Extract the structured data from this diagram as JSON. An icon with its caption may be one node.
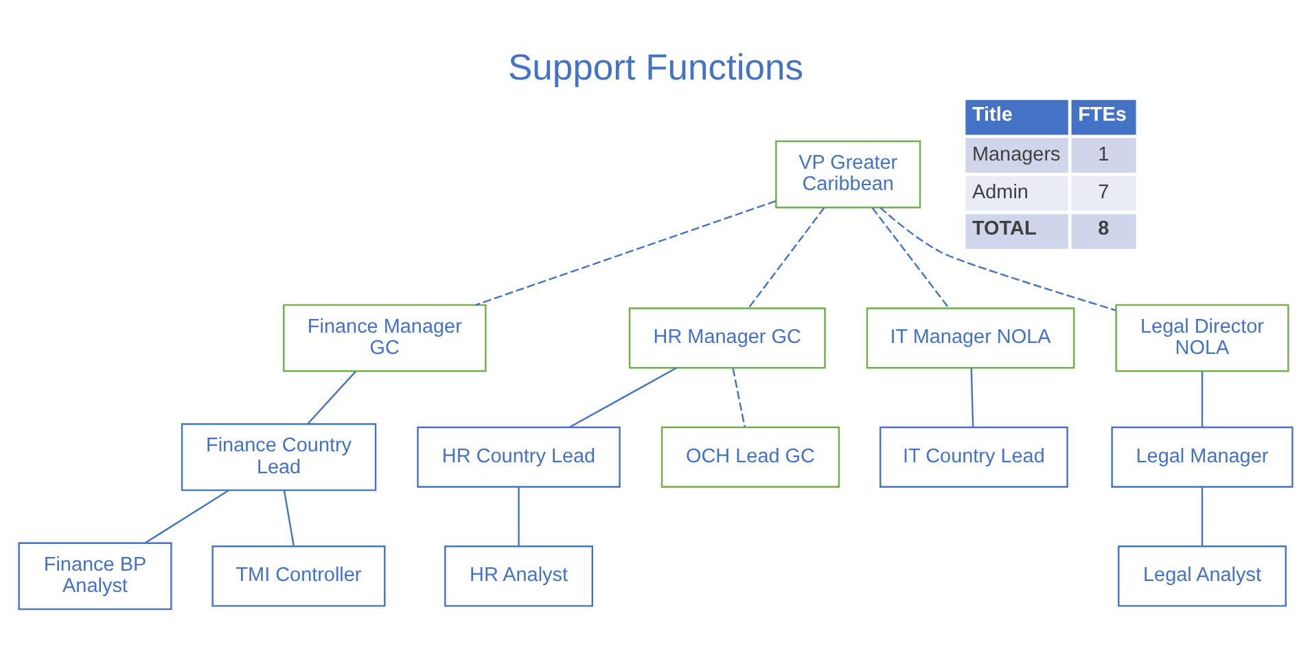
{
  "diagram": {
    "title": "Support Functions",
    "nodes": [
      {
        "text": [
          "VP Greater Caribbean"
        ]
      },
      {
        "text": [
          "Finance Manager GC"
        ]
      },
      {
        "text": [
          "HR Manager GC"
        ]
      },
      {
        "text": [
          "IT Manager NOLA"
        ]
      },
      {
        "text": [
          "Legal Director NOLA"
        ]
      },
      {
        "text": [
          "Finance Country Lead"
        ]
      },
      {
        "text": [
          "HR Country Lead"
        ]
      },
      {
        "text": [
          "OCH Lead GC"
        ]
      },
      {
        "text": [
          "IT Country Lead"
        ]
      },
      {
        "text": [
          "Legal Manager"
        ]
      },
      {
        "text": [
          "Finance BP Analyst"
        ]
      },
      {
        "text": [
          "TMI Controller"
        ]
      },
      {
        "text": [
          "HR Analyst"
        ]
      },
      {
        "text": [
          "Legal Analyst"
        ]
      }
    ],
    "edges": [
      {
        "from": 0,
        "to": 1,
        "arrow": "none",
        "style": "dashed"
      },
      {
        "from": 0,
        "to": 2,
        "arrow": "none",
        "style": "dashed"
      },
      {
        "from": 0,
        "to": 3,
        "arrow": "none",
        "style": "dashed"
      },
      {
        "from": 0,
        "to": 4,
        "arrow": "none",
        "style": "dashed"
      },
      {
        "from": 1,
        "to": 5,
        "arrow": "none"
      },
      {
        "from": 2,
        "to": 6,
        "arrow": "none"
      },
      {
        "from": 2,
        "to": 7,
        "arrow": "none",
        "style": "dashed"
      },
      {
        "from": 3,
        "to": 8,
        "arrow": "none"
      },
      {
        "from": 4,
        "to": 9,
        "arrow": "none"
      },
      {
        "from": 5,
        "to": 10,
        "arrow": "none"
      },
      {
        "from": 5,
        "to": 11,
        "arrow": "none"
      },
      {
        "from": 6,
        "to": 12,
        "arrow": "none"
      },
      {
        "from": 9,
        "to": 13,
        "arrow": "none"
      }
    ],
    "labels": [
      "Title",
      "FTEs",
      "Managers",
      "1",
      "Admin",
      "7",
      "TOTAL",
      "8"
    ]
  }
}
